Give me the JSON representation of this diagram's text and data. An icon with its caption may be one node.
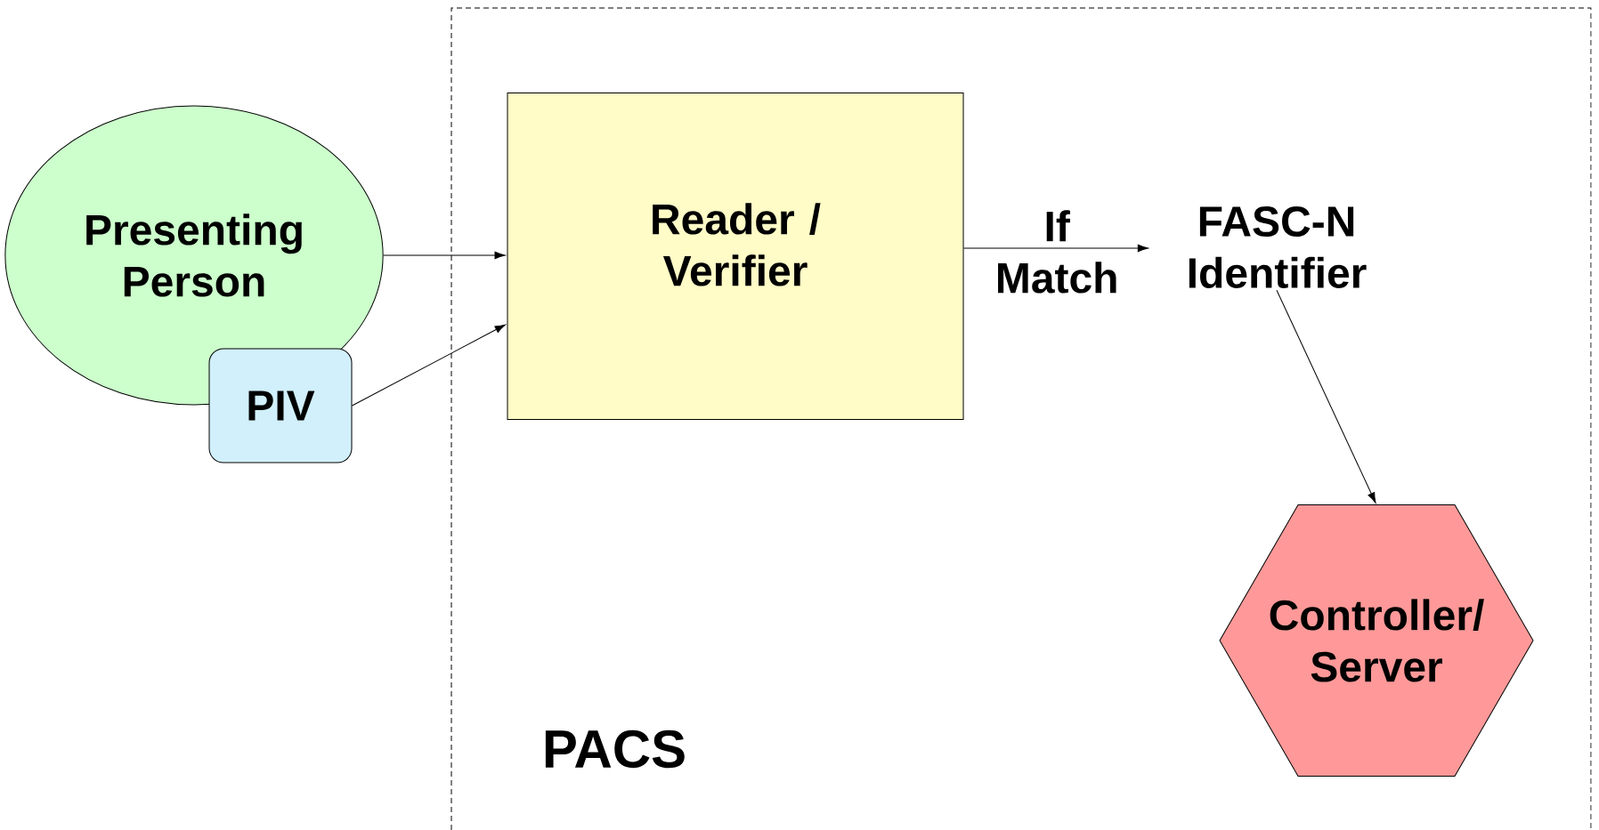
{
  "diagram": {
    "nodes": [
      {
        "text": [
          "PACS"
        ]
      },
      {
        "text": [
          "Presenting Person"
        ]
      },
      {
        "text": [
          "PIV"
        ]
      },
      {
        "text": [
          "Reader / Verifier"
        ],
        "in": 0
      },
      {
        "text": [
          "FASC-N Identifier"
        ],
        "in": 0
      },
      {
        "text": [
          "Controller/ Server"
        ],
        "in": 0
      }
    ],
    "edges": [
      {
        "from": 1,
        "to": 3,
        "arrow": "to"
      },
      {
        "from": 2,
        "to": 3,
        "arrow": "to"
      },
      {
        "from": 3,
        "to": 4,
        "arrow": "to",
        "label": "If Match"
      },
      {
        "from": 4,
        "to": 5,
        "arrow": "to"
      }
    ]
  }
}
